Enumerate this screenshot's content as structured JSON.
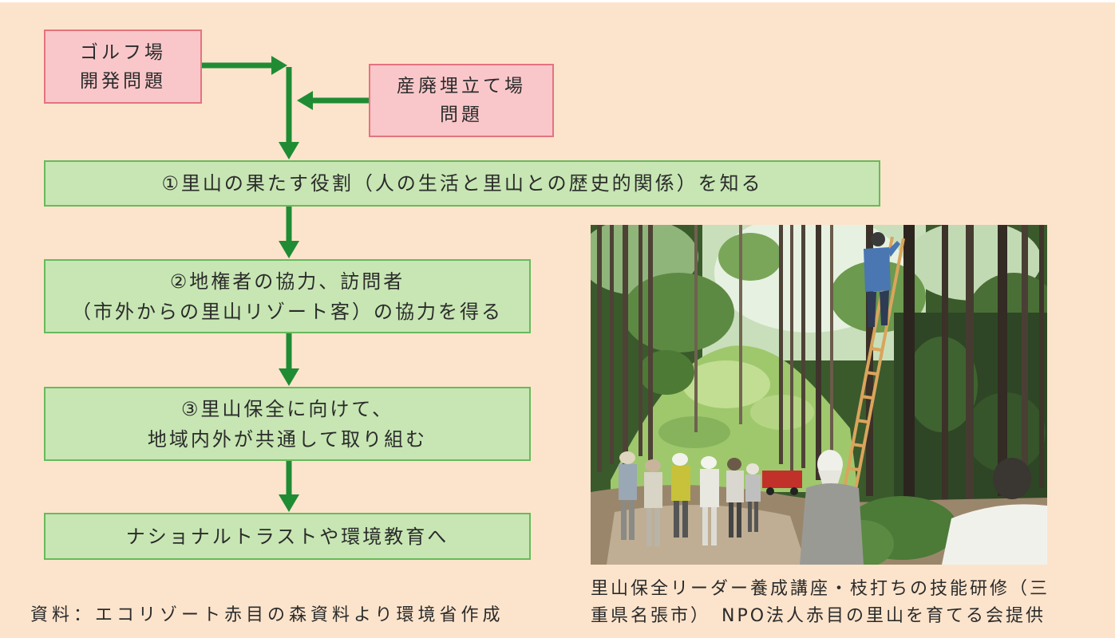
{
  "colors": {
    "page_background": "#fce4cc",
    "problem_box_fill": "#f9c7ca",
    "problem_box_border": "#e4737f",
    "step_box_fill": "#c7e6b3",
    "step_box_border": "#69b95c",
    "arrow": "#1f8c34",
    "text": "#2b2b2b"
  },
  "diagram": {
    "problems": [
      {
        "lines": [
          "ゴルフ場",
          "開発問題"
        ]
      },
      {
        "lines": [
          "産廃埋立て場",
          "問題"
        ]
      }
    ],
    "steps": [
      {
        "lines": [
          "①里山の果たす役割（人の生活と里山との歴史的関係）を知る"
        ]
      },
      {
        "lines": [
          "②地権者の協力、訪問者",
          "（市外からの里山リゾート客）の協力を得る"
        ]
      },
      {
        "lines": [
          "③里山保全に向けて、",
          "地域内外が共通して取り組む"
        ]
      },
      {
        "lines": [
          "ナショナルトラストや環境教育へ"
        ]
      }
    ]
  },
  "source_note": "資料：エコリゾート赤目の森資料より環境省作成",
  "photo": {
    "caption_lines": [
      "里山保全リーダー養成講座・枝打ちの技能研修（三",
      "重県名張市）　NPO法人赤目の里山を育てる会提供"
    ]
  }
}
